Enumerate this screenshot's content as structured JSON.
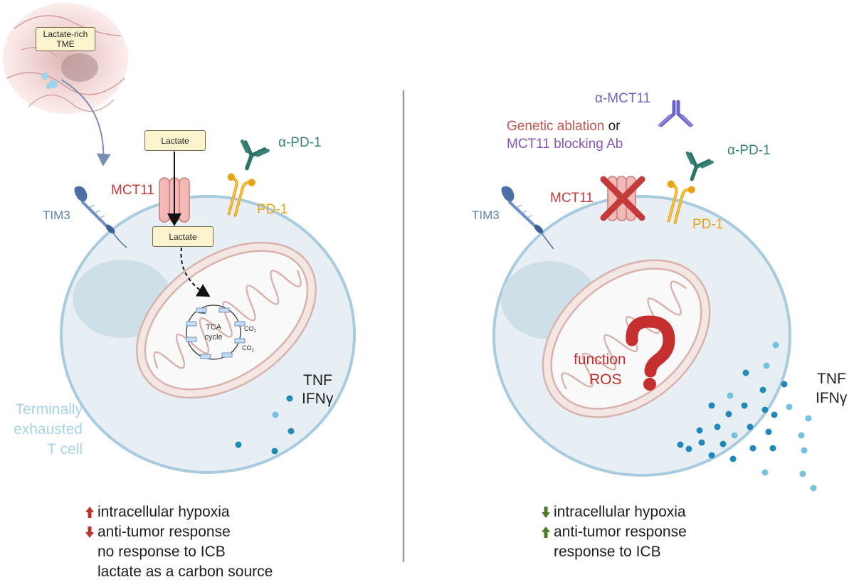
{
  "left_panel": {
    "tme_label_line1": "Lactate-rich",
    "tme_label_line2": "TME",
    "lactate_outside": "Lactate",
    "lactate_inside": "Lactate",
    "mct11_label": "MCT11",
    "pd1_label": "PD-1",
    "anti_pd1_label": "α-PD-1",
    "tim3_label": "TIM3",
    "tca_line1": "TCA",
    "tca_line2": "cycle",
    "co2_1": "CO",
    "co2_2": "CO",
    "co2_sub": "2",
    "cytokine_1": "TNF",
    "cytokine_2": "IFNγ",
    "cell_label_line1": "Terminally",
    "cell_label_line2": "exhausted",
    "cell_label_line3": "T cell",
    "outcomes": [
      {
        "direction": "up",
        "color": "#c0302e",
        "text": "intracellular hypoxia"
      },
      {
        "direction": "down",
        "color": "#c0302e",
        "text": "anti-tumor response"
      },
      {
        "direction": "none",
        "text": "no response to ICB"
      },
      {
        "direction": "none",
        "text": "lactate as a carbon source"
      }
    ]
  },
  "right_panel": {
    "anti_mct11_label": "α-MCT11",
    "genetic_ablation": "Genetic ablation",
    "or_word": "or",
    "blocking_ab": "MCT11 blocking Ab",
    "anti_pd1_label": "α-PD-1",
    "mct11_label": "MCT11",
    "pd1_label": "PD-1",
    "tim3_label": "TIM3",
    "mito_line1": "function",
    "mito_line2": "ROS",
    "cytokine_1": "TNF",
    "cytokine_2": "IFNγ",
    "outcomes": [
      {
        "direction": "down",
        "color": "#4e7a2b",
        "text": "intracellular hypoxia"
      },
      {
        "direction": "up",
        "color": "#4e7a2b",
        "text": "anti-tumor response"
      },
      {
        "direction": "none",
        "text": "response to ICB"
      }
    ]
  },
  "colors": {
    "mct11": "#c23a3a",
    "pd1": "#e8a317",
    "anti_pd1": "#3a8276",
    "tim3": "#5c86b3",
    "cell_label": "#a9d3e6",
    "anti_mct11": "#6b64c9",
    "blocking_ab": "#8a56b5",
    "genetic_ablation": "#c85454",
    "mito_text": "#c62f2f",
    "cytokine_dark": "#1f8ab8",
    "cytokine_light": "#74c2dd"
  }
}
